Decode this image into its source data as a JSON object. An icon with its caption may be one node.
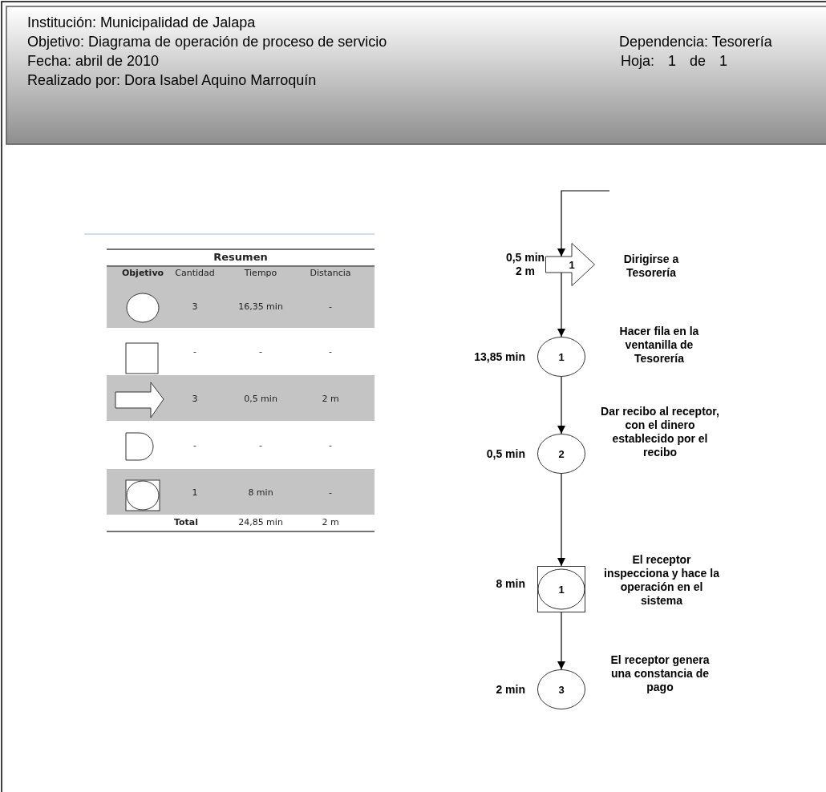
{
  "diagram": {
    "nodes": [
      {
        "text": [
          "1"
        ],
        "beside": [
          "0,5 min",
          "2 m",
          "Dirigirse a Tesorería"
        ]
      },
      {
        "text": [
          "1"
        ],
        "beside": [
          "13,85 min",
          "Hacer fila en la ventanilla de Tesorería"
        ]
      },
      {
        "text": [
          "2"
        ],
        "beside": [
          "0,5 min",
          "Dar recibo al receptor, con el dinero establecido por el recibo"
        ]
      },
      {
        "text": [
          "1"
        ],
        "beside": [
          "8 min",
          "El receptor inspecciona y hace la operación en el sistema"
        ]
      },
      {
        "text": [
          "3"
        ],
        "beside": [
          "2 min",
          "El receptor genera una constancia de pago"
        ]
      }
    ],
    "edges": [
      {
        "from": null,
        "to": 0,
        "arrow": "to"
      },
      {
        "from": 0,
        "to": 1,
        "arrow": "to"
      },
      {
        "from": 1,
        "to": 2,
        "arrow": "to"
      },
      {
        "from": 2,
        "to": 3,
        "arrow": "to"
      },
      {
        "from": 3,
        "to": 4,
        "arrow": "to"
      }
    ],
    "labels": [
      "Institución: Municipalidad de Jalapa",
      "Objetivo: Diagrama de operación de proceso de servicio",
      "Dependencia: Tesorería",
      "Fecha: abril de 2010",
      "Hoja: 1 de 1",
      "Realizado por: Dora Isabel Aquino Marroquín",
      "Resumen",
      "Objetivo",
      "Cantidad",
      "Tiempo",
      "Distancia",
      "3",
      "16,35 min",
      "-",
      "-",
      "-",
      "-",
      "3",
      "0,5 min",
      "2 m",
      "-",
      "-",
      "-",
      "1",
      "8 min",
      "-",
      "Total",
      "24,85 min",
      "2 m"
    ]
  }
}
